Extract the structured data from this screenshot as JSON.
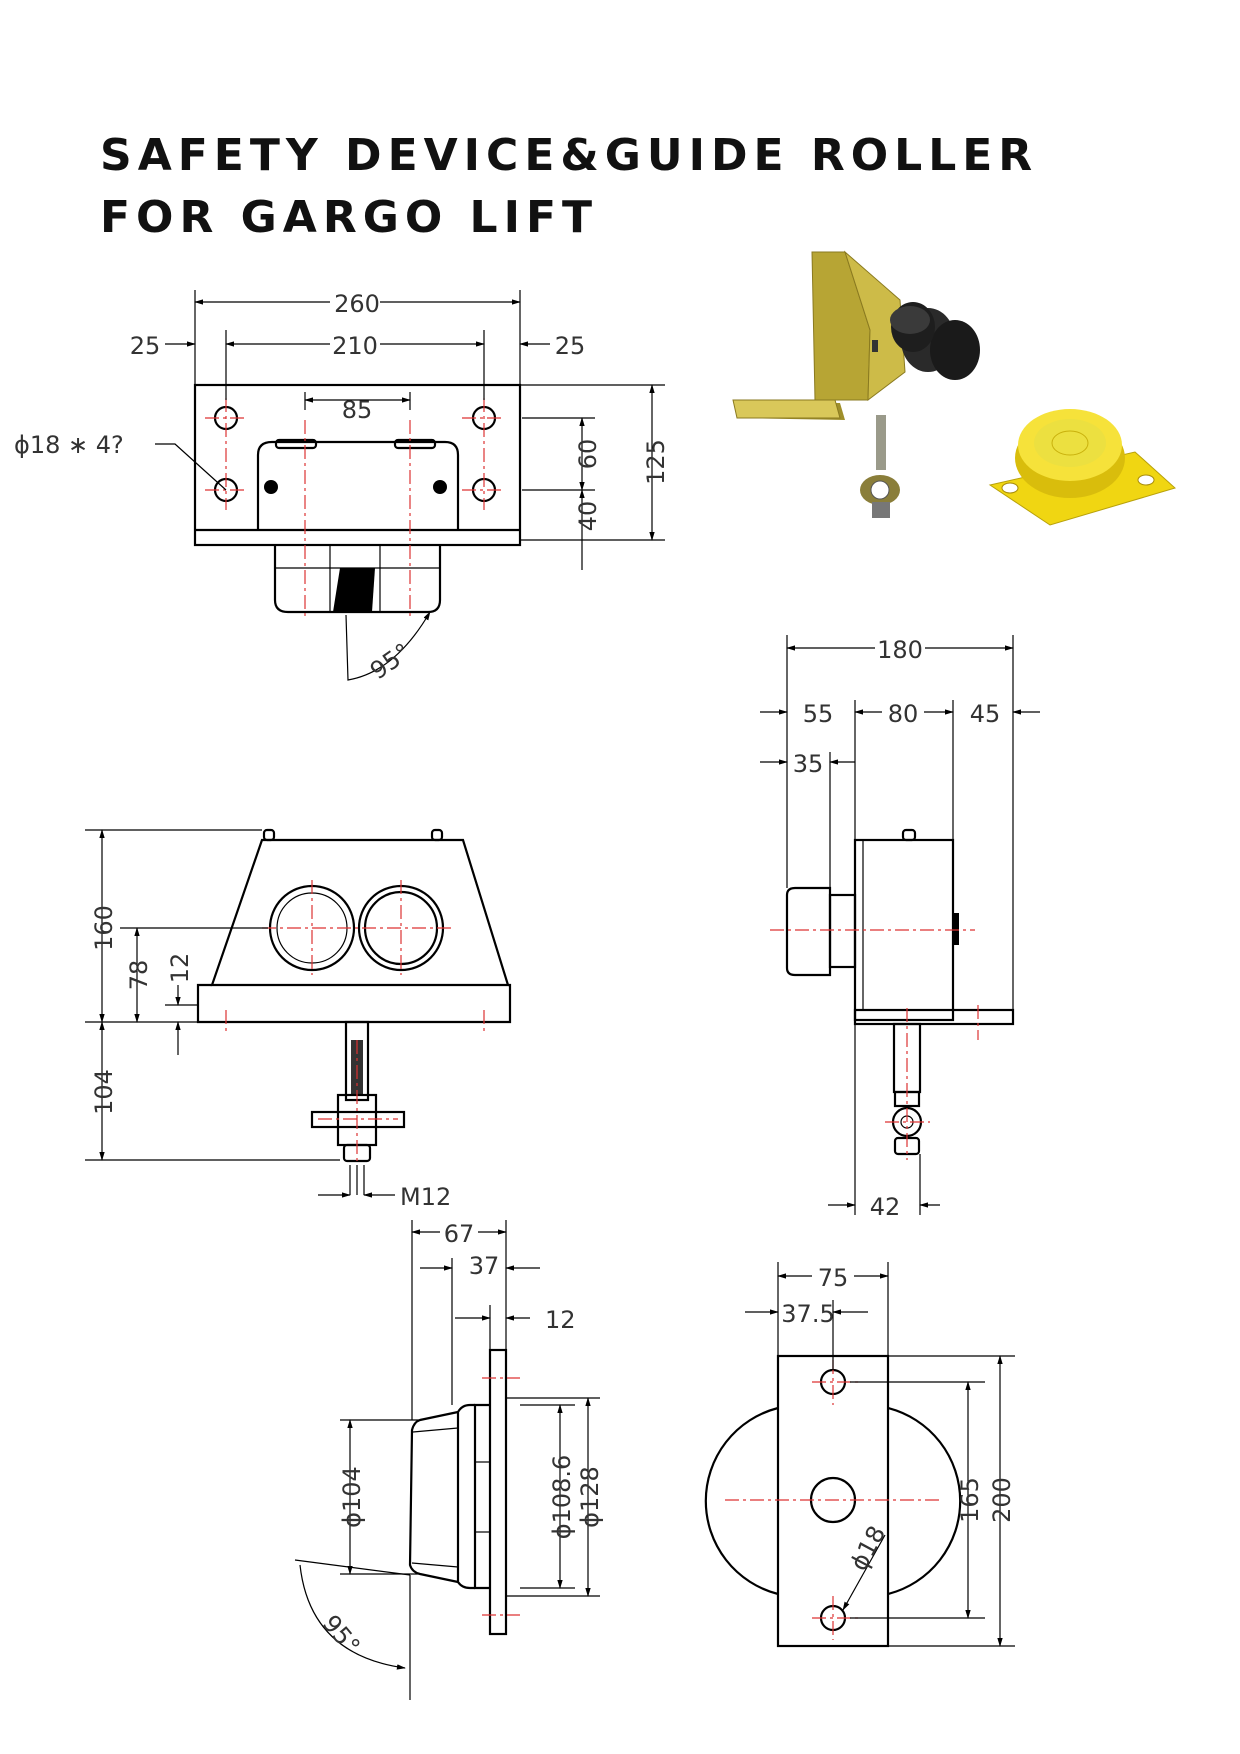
{
  "title": {
    "line1": "SAFETY DEVICE&GUIDE ROLLER",
    "line2": "FOR GARGO LIFT"
  },
  "colors": {
    "outline": "#000000",
    "centerline": "#d33333",
    "bracket_photo": "#c9b43a",
    "roller_photo": "#f2dd16",
    "roller_tyre": "#1e1e1e"
  },
  "views": {
    "top_view": {
      "dims": [
        "260",
        "210",
        "25",
        "25",
        "85",
        "ϕ18 ∗ 4?",
        "60",
        "40",
        "125",
        "95°"
      ]
    },
    "front_view": {
      "dims": [
        "160",
        "78",
        "12",
        "104",
        "M12"
      ]
    },
    "side_view": {
      "dims": [
        "180",
        "55",
        "80",
        "45",
        "35",
        "42"
      ]
    },
    "roller_side_view": {
      "dims": [
        "67",
        "37",
        "12",
        "ϕ104",
        "ϕ108.6",
        "ϕ128",
        "95°"
      ]
    },
    "roller_plate_view": {
      "dims": [
        "75",
        "37.5",
        "165",
        "200",
        "ϕ18"
      ]
    }
  }
}
